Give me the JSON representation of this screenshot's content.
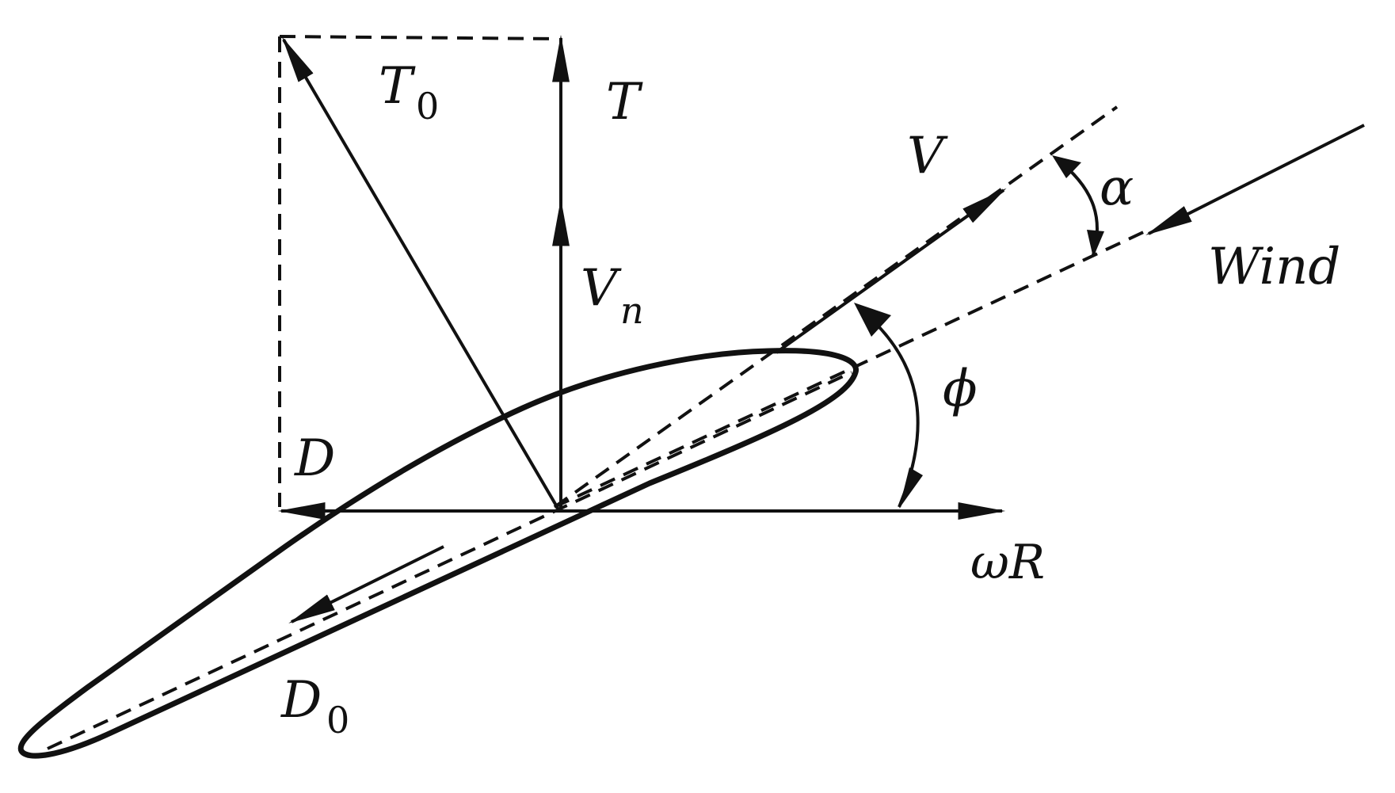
{
  "labels": {
    "T0": "T",
    "T0_sub": "0",
    "T": "T",
    "V": "V",
    "alpha": "α",
    "Vn": "V",
    "Vn_sub": "n",
    "wind": "Wind",
    "phi": "ϕ",
    "D": "D",
    "omegaR": "ωR",
    "D0": "D",
    "D0_sub": "0"
  },
  "colors": {
    "ink": "#111111",
    "background": "#ffffff"
  }
}
